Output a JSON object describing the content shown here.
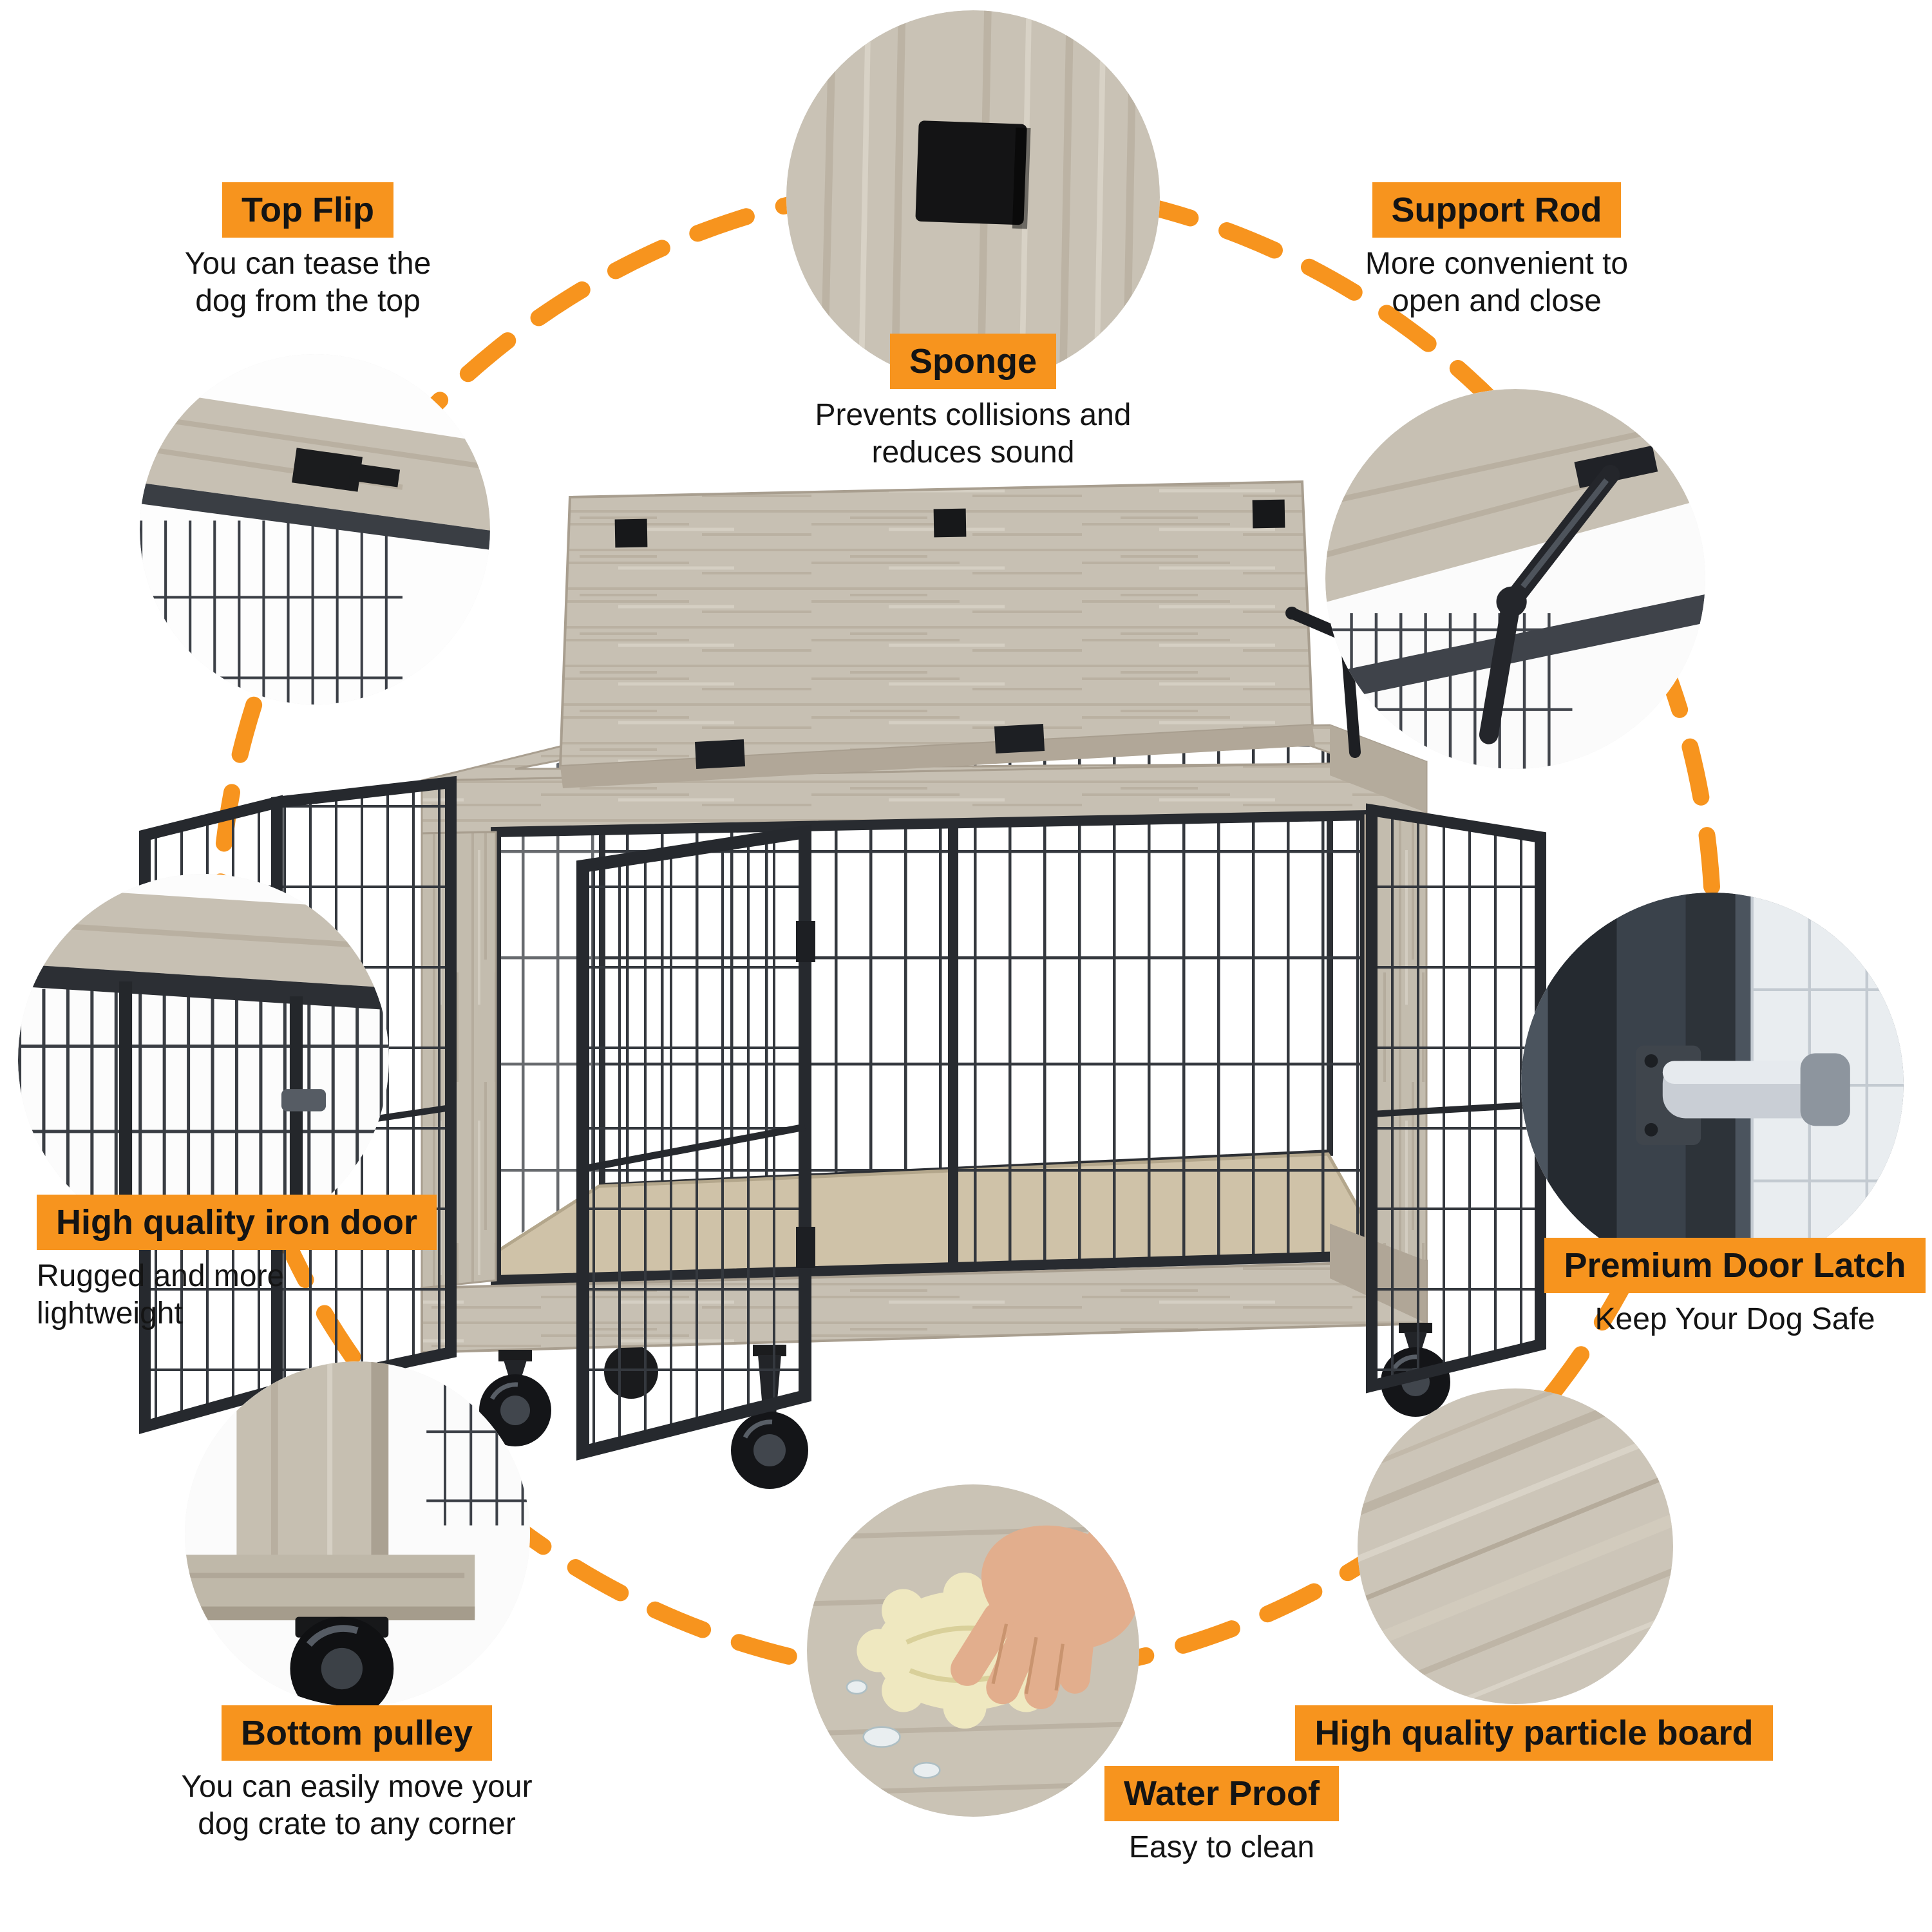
{
  "page": {
    "title": "Dog crate furniture feature infographic",
    "background": "#ffffff"
  },
  "colors": {
    "accent_orange": "#f7941e",
    "wood_greige": "#c7c0b3",
    "interior_floor": "#cfc2a8",
    "metal_dark": "#26292e",
    "text": "#141414"
  },
  "callouts": [
    {
      "id": "top-flip",
      "title": "Top Flip",
      "desc_lines": [
        "You can tease the",
        "dog from the top"
      ]
    },
    {
      "id": "sponge",
      "title": "Sponge",
      "desc_lines": [
        "Prevents collisions and",
        "reduces sound"
      ]
    },
    {
      "id": "support-rod",
      "title": "Support Rod",
      "desc_lines": [
        "More convenient to",
        "open and close"
      ]
    },
    {
      "id": "iron-door",
      "title": "High quality iron door",
      "desc_lines": [
        "Rugged and more",
        "lightweight"
      ]
    },
    {
      "id": "door-latch",
      "title": "Premium Door Latch",
      "desc_lines": [
        "Keep Your Dog Safe"
      ]
    },
    {
      "id": "bottom-pulley",
      "title": "Bottom pulley",
      "desc_lines": [
        "You can easily move your",
        "dog crate to any corner"
      ]
    },
    {
      "id": "water-proof",
      "title": "Water Proof",
      "desc_lines": [
        "Easy to clean"
      ]
    },
    {
      "id": "particle-board",
      "title": "High quality particle board",
      "desc_lines": []
    }
  ]
}
